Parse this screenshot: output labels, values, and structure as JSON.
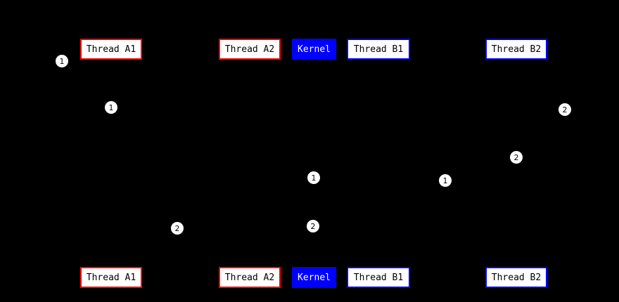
{
  "diagram": {
    "type": "sequence-diagram",
    "background_color": "#000000",
    "colors": {
      "thread_a_border": "#ff0000",
      "thread_b_border": "#0000ff",
      "kernel_fill": "#0000ff",
      "box_fill": "#ffffff",
      "box_text": "#000000",
      "kernel_text": "#ffffff",
      "marker_fill": "#ffffff",
      "marker_text": "#000000"
    },
    "actors": [
      {
        "label": "Thread A1"
      },
      {
        "label": "Thread A2"
      },
      {
        "label": "Kernel"
      },
      {
        "label": "Thread B1"
      },
      {
        "label": "Thread B2"
      }
    ],
    "markers": [
      {
        "n": "1"
      },
      {
        "n": "1"
      },
      {
        "n": "2"
      },
      {
        "n": "2"
      },
      {
        "n": "1"
      },
      {
        "n": "1"
      },
      {
        "n": "2"
      },
      {
        "n": "2"
      }
    ]
  }
}
